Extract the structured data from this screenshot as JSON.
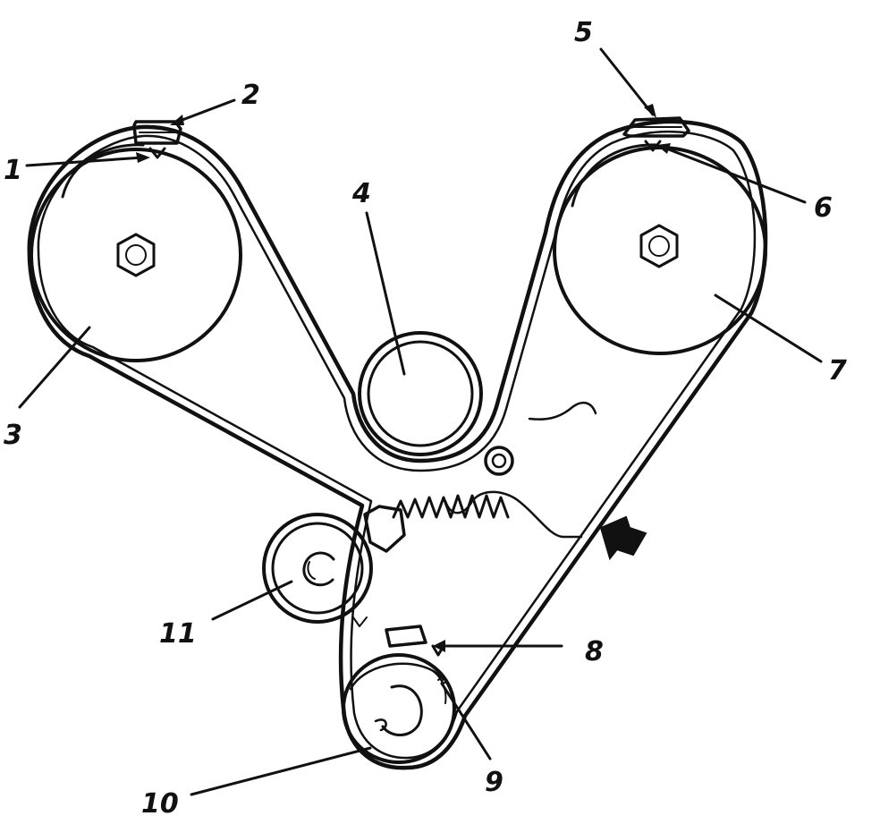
{
  "diagram": {
    "ink_color": "#111111",
    "background_color": "#ffffff",
    "labels": {
      "l1": "1",
      "l2": "2",
      "l3": "3",
      "l4": "4",
      "l5": "5",
      "l6": "6",
      "l7": "7",
      "l8": "8",
      "l9": "9",
      "l10": "10",
      "l11": "11"
    }
  }
}
